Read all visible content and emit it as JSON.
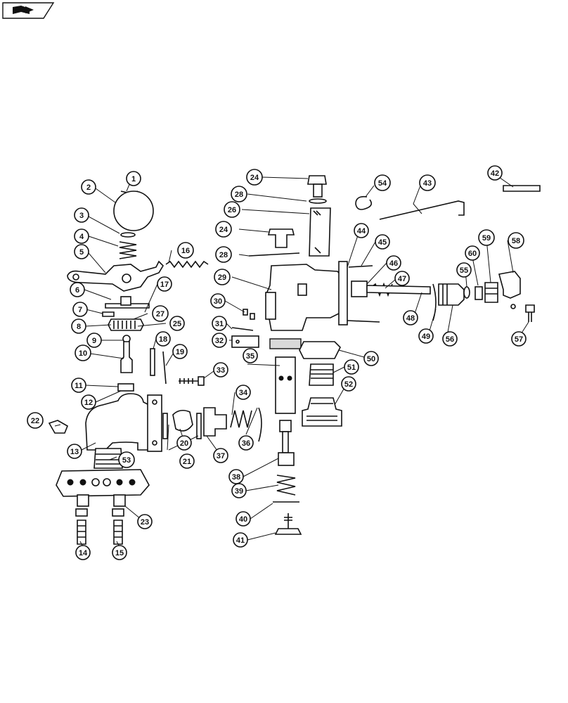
{
  "toolbar": {
    "icon": "book-arrow-icon"
  },
  "diagram": {
    "callouts": [
      "1",
      "2",
      "3",
      "4",
      "5",
      "6",
      "7",
      "8",
      "9",
      "10",
      "11",
      "12",
      "13",
      "14",
      "15",
      "16",
      "17",
      "18",
      "19",
      "20",
      "21",
      "22",
      "23",
      "24",
      "24",
      "25",
      "26",
      "27",
      "28",
      "28",
      "29",
      "30",
      "31",
      "32",
      "33",
      "34",
      "35",
      "36",
      "37",
      "38",
      "39",
      "40",
      "41",
      "42",
      "43",
      "44",
      "45",
      "46",
      "47",
      "48",
      "49",
      "50",
      "51",
      "52",
      "53",
      "54",
      "55",
      "56",
      "57",
      "58",
      "59",
      "60"
    ]
  }
}
